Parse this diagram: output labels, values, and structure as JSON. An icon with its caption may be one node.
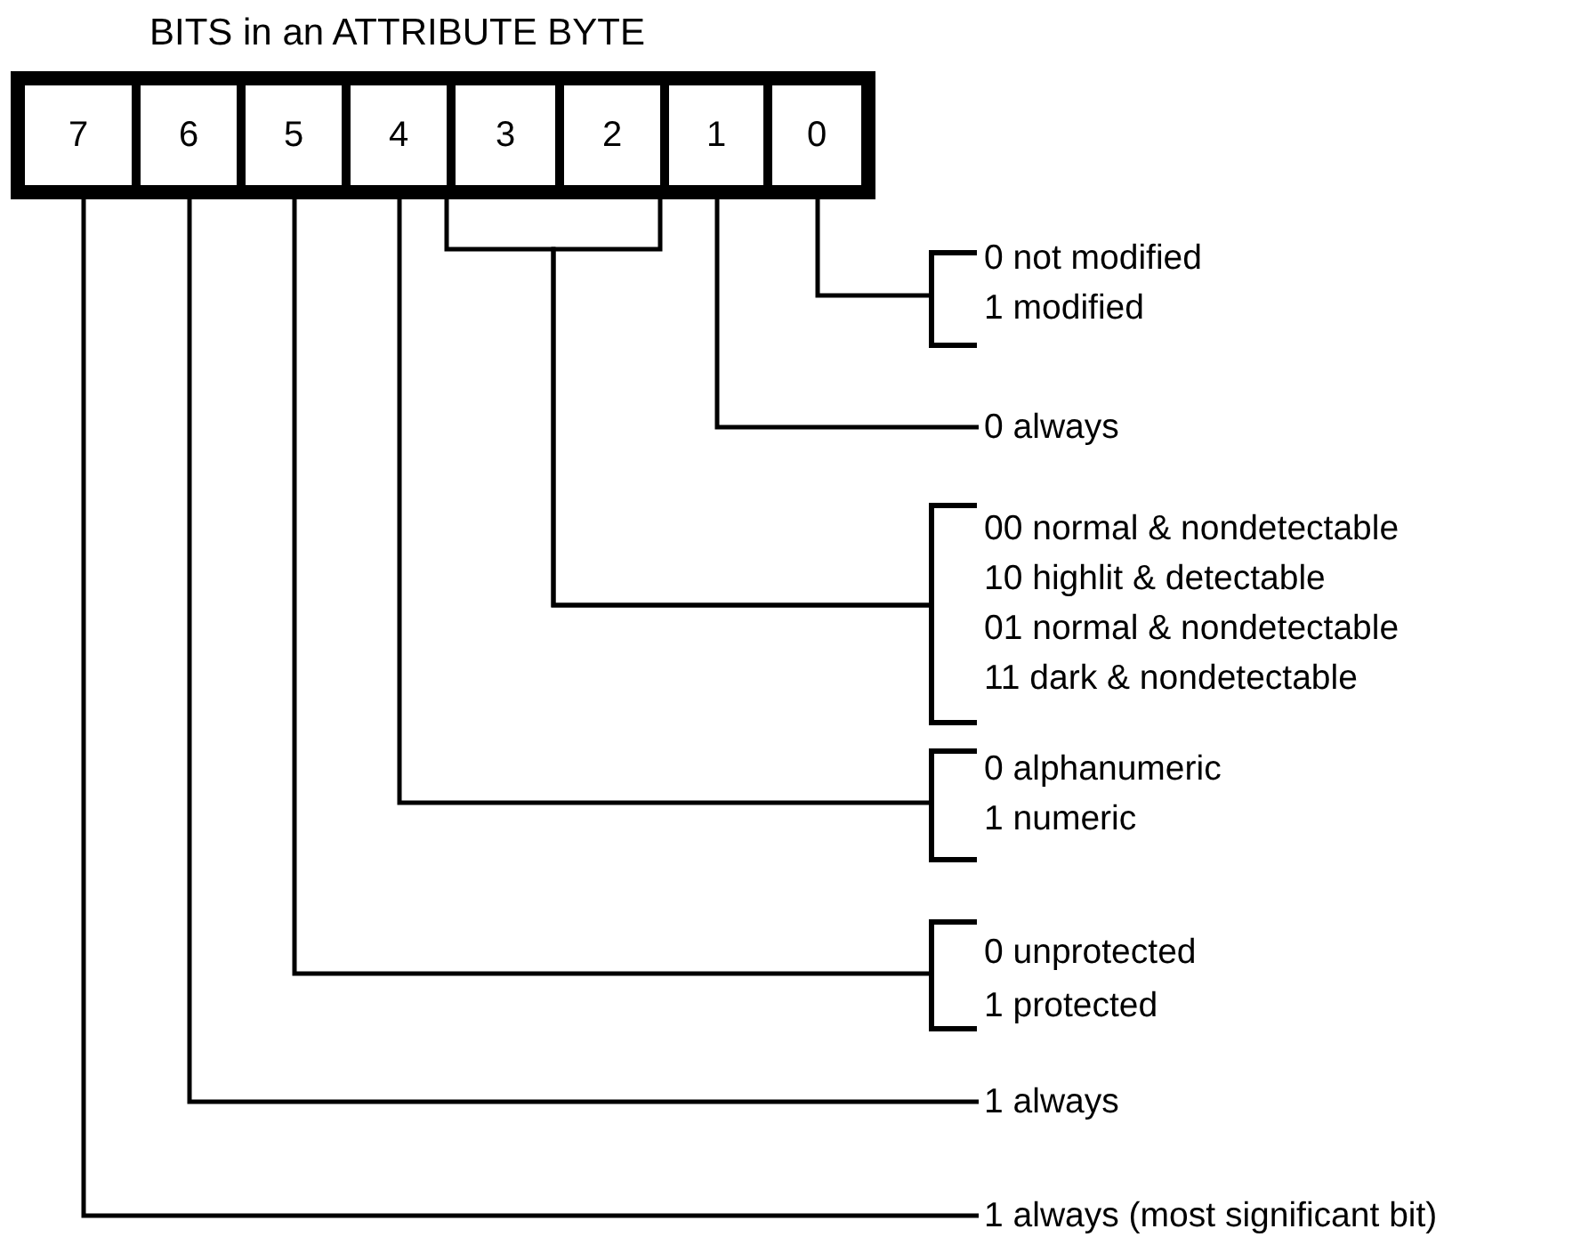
{
  "diagram": {
    "title": "BITS in an ATTRIBUTE BYTE",
    "nodes": [
      {
        "text": [],
        "shape": "box"
      },
      {
        "text": [
          "7"
        ],
        "in": 0
      },
      {
        "text": [
          "6"
        ],
        "in": 0
      },
      {
        "text": [
          "5"
        ],
        "in": 0
      },
      {
        "text": [
          "4"
        ],
        "in": 0
      },
      {
        "text": [
          "3"
        ],
        "in": 0
      },
      {
        "text": [
          "2"
        ],
        "in": 0
      },
      {
        "text": [
          "1"
        ],
        "in": 0
      },
      {
        "text": [
          "0"
        ],
        "in": 0
      },
      {
        "text": [
          "0 not modified",
          "1 modified"
        ]
      },
      {
        "text": [
          "0 always"
        ]
      },
      {
        "text": [
          "00 normal & nondetectable",
          "10 highlit & detectable",
          "01 normal & nondetectable",
          "11 dark & nondetectable"
        ]
      },
      {
        "text": [
          "0 alphanumeric",
          "1 numeric"
        ]
      },
      {
        "text": [
          "0 unprotected",
          "1 protected"
        ]
      },
      {
        "text": [
          "1 always"
        ]
      },
      {
        "text": [
          "1 always (most significant bit)"
        ]
      }
    ],
    "edges": [
      {
        "from": 8,
        "to": 9,
        "arrow": "none"
      },
      {
        "from": 7,
        "to": 10,
        "arrow": "none"
      },
      {
        "from": 5,
        "to": 11,
        "arrow": "none"
      },
      {
        "from": 6,
        "to": 11,
        "arrow": "none"
      },
      {
        "from": 4,
        "to": 12,
        "arrow": "none"
      },
      {
        "from": 3,
        "to": 13,
        "arrow": "none"
      },
      {
        "from": 2,
        "to": 14,
        "arrow": "none"
      },
      {
        "from": 1,
        "to": 15,
        "arrow": "none"
      }
    ]
  }
}
